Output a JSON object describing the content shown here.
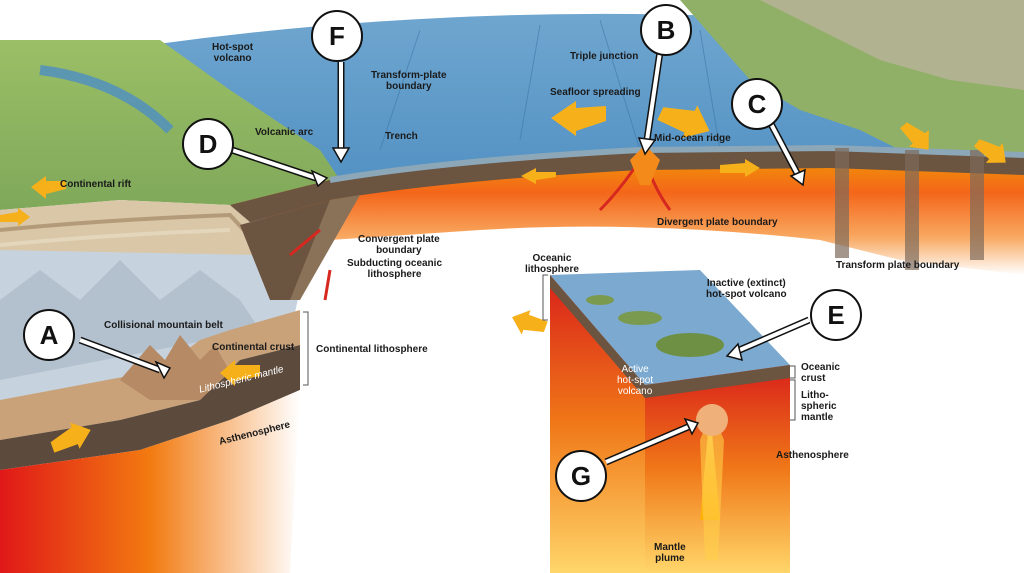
{
  "labels": {
    "hotspot_volcano": "Hot-spot\nvolcano",
    "transform_plate_boundary_top": "Transform-plate\nboundary",
    "triple_junction": "Triple junction",
    "seafloor_spreading": "Seafloor spreading",
    "volcanic_arc": "Volcanic arc",
    "trench": "Trench",
    "mid_ocean_ridge": "Mid-ocean ridge",
    "continental_rift": "Continental rift",
    "divergent_plate_boundary": "Divergent plate boundary",
    "convergent_plate_boundary": "Convergent plate\nboundary",
    "subducting_oceanic_lithosphere": "Subducting oceanic\nlithosphere",
    "transform_plate_boundary": "Transform plate boundary",
    "oceanic_lithosphere": "Oceanic\nlithosphere",
    "inactive_hotspot_volcano": "Inactive (extinct)\nhot-spot volcano",
    "collisional_mountain_belt": "Collisional mountain belt",
    "continental_crust": "Continental crust",
    "continental_lithosphere": "Continental lithosphere",
    "lithospheric_mantle": "Lithospheric mantle",
    "asthenosphere_left": "Asthenosphere",
    "active_hotspot_volcano": "Active\nhot-spot\nvolcano",
    "oceanic_crust": "Oceanic\ncrust",
    "lithospheric_mantle_right": "Litho-\nspheric\nmantle",
    "asthenosphere_right": "Asthenosphere",
    "mantle_plume": "Mantle\nplume"
  },
  "markers": {
    "A": "A",
    "B": "B",
    "C": "C",
    "D": "D",
    "E": "E",
    "F": "F",
    "G": "G"
  }
}
